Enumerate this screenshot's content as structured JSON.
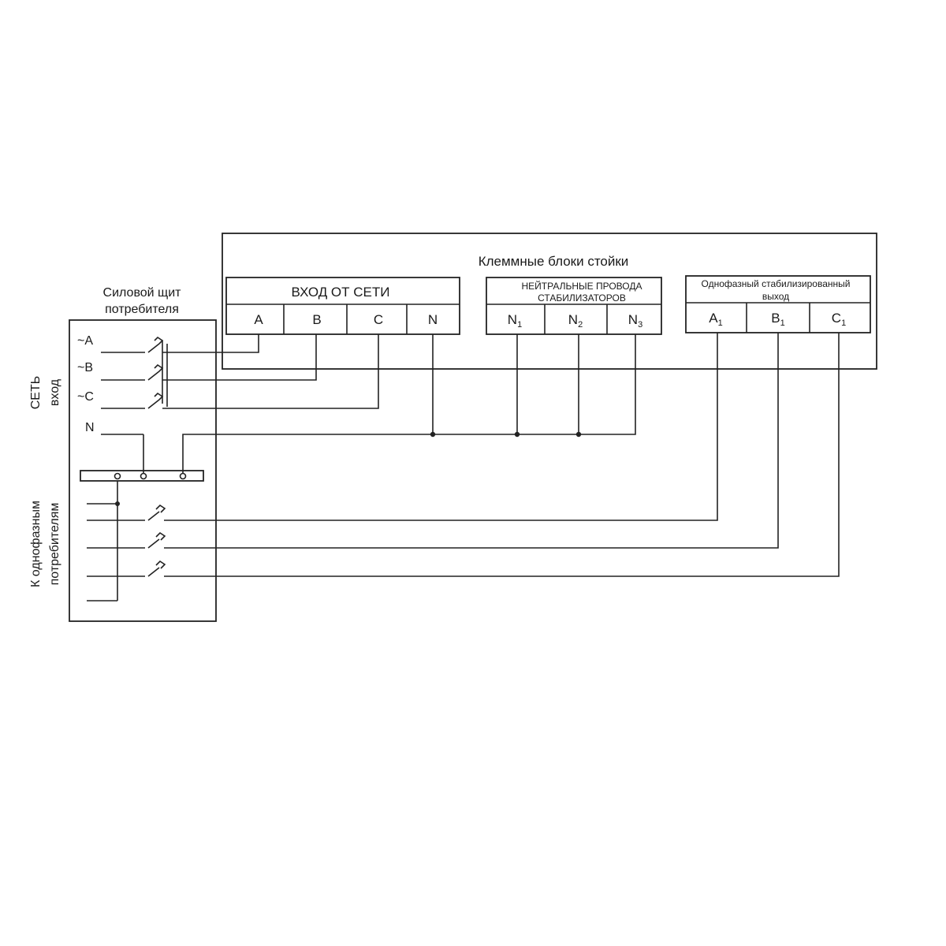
{
  "rack": {
    "title": "Клеммные блоки стойки",
    "input_block": {
      "header": "ВХОД ОТ СЕТИ",
      "cells": [
        "A",
        "B",
        "C",
        "N"
      ]
    },
    "neutral_block": {
      "header_line1": "НЕЙТРАЛЬНЫЕ ПРОВОДА",
      "header_line2": "СТАБИЛИЗАТОРОВ",
      "cells": [
        {
          "base": "N",
          "sub": "1"
        },
        {
          "base": "N",
          "sub": "2"
        },
        {
          "base": "N",
          "sub": "3"
        }
      ]
    },
    "output_block": {
      "header_line1": "Однофазный стабилизированный",
      "header_line2": "выход",
      "cells": [
        {
          "base": "A",
          "sub": "1"
        },
        {
          "base": "B",
          "sub": "1"
        },
        {
          "base": "C",
          "sub": "1"
        }
      ]
    }
  },
  "panel": {
    "title_line1": "Силовой щит",
    "title_line2": "потребителя",
    "inputs": [
      "~A",
      "~B",
      "~C",
      "N"
    ],
    "side_label_line1": "СЕТЬ",
    "side_label_line2": "вход",
    "consumers_label_line1": "К однофазным",
    "consumers_label_line2": "потребителям"
  }
}
